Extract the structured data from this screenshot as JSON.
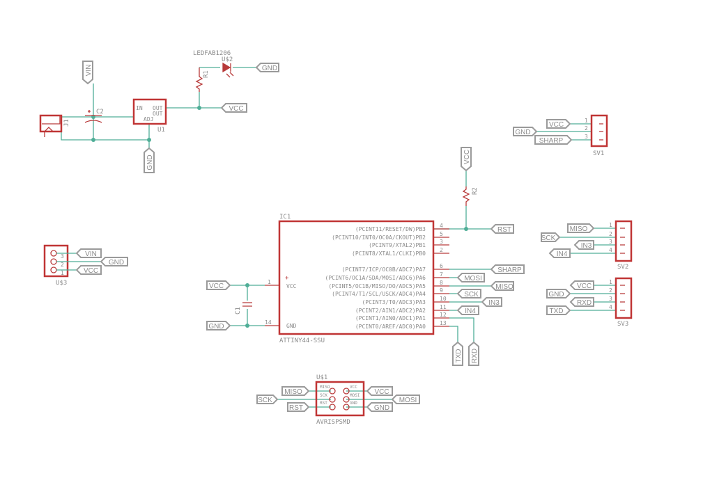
{
  "parts": {
    "j1": "J1",
    "c2": "C2",
    "u1": "U1",
    "u1_in": "IN",
    "u1_out1": "OUT",
    "u1_out2": "OUT",
    "u1_adj": "ADJ",
    "r1": "R1",
    "led_value": "LEDFAB1206",
    "led_name": "U$2",
    "r2": "R2",
    "c1": "C1",
    "ic1": "IC1",
    "ic1_value": "ATTINY44-SSU",
    "ic1_vcc": "VCC",
    "ic1_gnd": "GND",
    "sv1": "SV1",
    "sv2": "SV2",
    "sv3": "SV3",
    "u3": "U$3",
    "us1": "U$1",
    "us1_value": "AVRISPSMD",
    "isp_pins": [
      "MISO",
      "SCK",
      "RST",
      "VCC",
      "MOSI",
      "GND"
    ]
  },
  "ic1_pins_right": [
    {
      "name": "(PCINT11/RESET/DW)PB3",
      "num": "4"
    },
    {
      "name": "(PCINT10/INT0/OC0A/CKOUT)PB2",
      "num": "5"
    },
    {
      "name": "(PCINT9/XTAL2)PB1",
      "num": "3"
    },
    {
      "name": "(PCINT8/XTAL1/CLKI)PB0",
      "num": "2"
    },
    {
      "name": "(PCINT7/ICP/OC0B/ADC7)PA7",
      "num": "6"
    },
    {
      "name": "(PCINT6/OC1A/SDA/MOSI/ADC6)PA6",
      "num": "7"
    },
    {
      "name": "(PCINT5/OC1B/MISO/DO/ADC5)PA5",
      "num": "8"
    },
    {
      "name": "(PCINT4/T1/SCL/USCK/ADC4)PA4",
      "num": "9"
    },
    {
      "name": "(PCINT3/T0/ADC3)PA3",
      "num": "10"
    },
    {
      "name": "(PCINT2/AIN1/ADC2)PA2",
      "num": "11"
    },
    {
      "name": "(PCINT1/AIN0/ADC1)PA1",
      "num": "12"
    },
    {
      "name": "(PCINT0/AREF/ADC0)PA0",
      "num": "13"
    }
  ],
  "ic1_pins_left": [
    {
      "num": "1"
    },
    {
      "num": "14"
    }
  ],
  "header_pin_numbers": [
    "1",
    "2",
    "3",
    "4"
  ],
  "net_labels": [
    "VIN",
    "GND",
    "VCC",
    "GND",
    "VCC",
    "GND",
    "SHARP",
    "MISO",
    "SCK",
    "IN3",
    "IN4",
    "VCC",
    "GND",
    "RXD",
    "TXD",
    "VIN",
    "GND",
    "VCC",
    "VCC",
    "GND",
    "RST",
    "SHARP",
    "MOSI",
    "MISO",
    "SCK",
    "IN3",
    "IN4",
    "TXD",
    "RXD",
    "VCC",
    "MISO",
    "SCK",
    "RST",
    "VCC",
    "MOSI",
    "GND"
  ]
}
